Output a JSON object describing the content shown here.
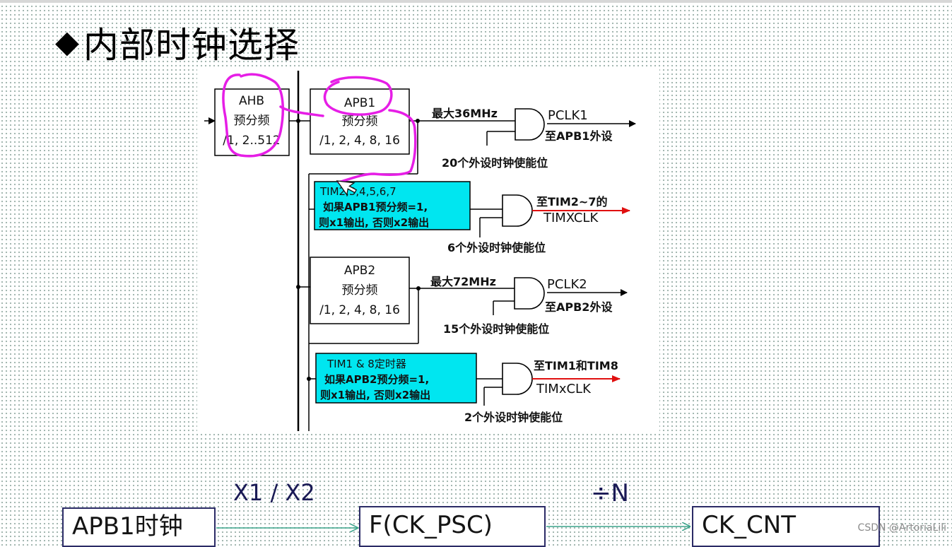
{
  "slide": {
    "title_bullet": "◆",
    "title": "内部时钟选择"
  },
  "diagram": {
    "ahb": {
      "l1": "AHB",
      "l2": "预分频",
      "l3": "/1, 2..512"
    },
    "apb1": {
      "l1": "APB1",
      "l2": "预分频",
      "l3": "/1, 2, 4, 8, 16"
    },
    "apb1_max": "最大36MHz",
    "pclk1": "PCLK1",
    "pclk1_to": "至APB1外设",
    "apb1_enable": "20个外设时钟使能位",
    "tim27_box": {
      "l1": "TIM2,3,4,5,6,7",
      "l2": "如果APB1预分频=1,",
      "l3": "则x1输出, 否则x2输出"
    },
    "tim27_to": "至TIM2~7的",
    "timxclk_a": "TIMXCLK",
    "tim27_enable": "6个外设时钟使能位",
    "apb2": {
      "l1": "APB2",
      "l2": "预分频",
      "l3": "/1, 2, 4, 8, 16"
    },
    "apb2_max": "最大72MHz",
    "pclk2": "PCLK2",
    "pclk2_to": "至APB2外设",
    "apb2_enable": "15个外设时钟使能位",
    "tim18_box": {
      "l1": "TIM1 & 8定时器",
      "l2": "如果APB2预分频=1,",
      "l3": "则x1输出, 否则x2输出"
    },
    "tim18_to": "至TIM1和TIM8",
    "timxclk_b": "TIMxCLK",
    "tim18_enable": "2个外设时钟使能位"
  },
  "bottom": {
    "mult_label": "X1 / X2",
    "div_label": "÷N",
    "box1": "APB1时钟",
    "box2": "F(CK_PSC)",
    "box3": "CK_CNT"
  },
  "watermark": "CSDN @ArtoriaLili",
  "colors": {
    "highlight_box": "#00e6f0",
    "annotation": "#e61ee6",
    "red_arrow": "#e01010",
    "flow_arrow": "#3aa38a"
  }
}
